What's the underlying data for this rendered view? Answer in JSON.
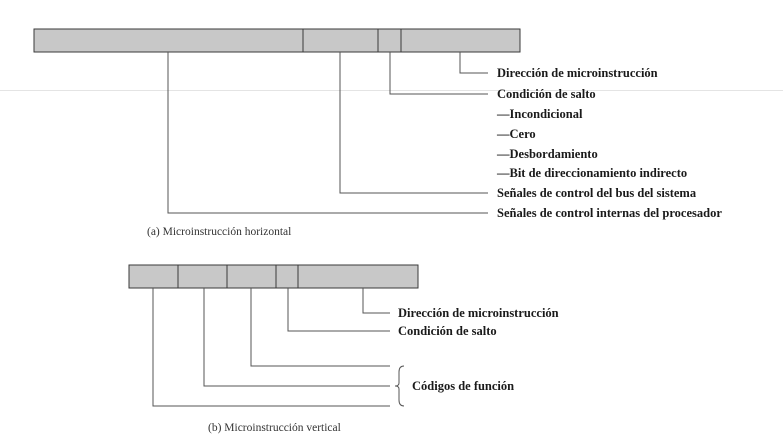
{
  "horizontal": {
    "labels": {
      "next_address": "Dirección de microinstrucción",
      "jump_condition": "Condición de salto",
      "cond_unconditional": "—Incondicional",
      "cond_zero": "—Cero",
      "cond_overflow": "—Desbordamiento",
      "cond_indirect_bit": "—Bit de direccionamiento indirecto",
      "system_bus_signals": "Señales de control del bus del sistema",
      "internal_cpu_signals": "Señales de control internas del procesador"
    },
    "caption": "(a) Microinstrucción horizontal"
  },
  "vertical": {
    "labels": {
      "next_address": "Dirección de microinstrucción",
      "jump_condition": "Condición de salto",
      "function_codes": "Códigos de función"
    },
    "caption": "(b) Microinstrucción vertical"
  }
}
